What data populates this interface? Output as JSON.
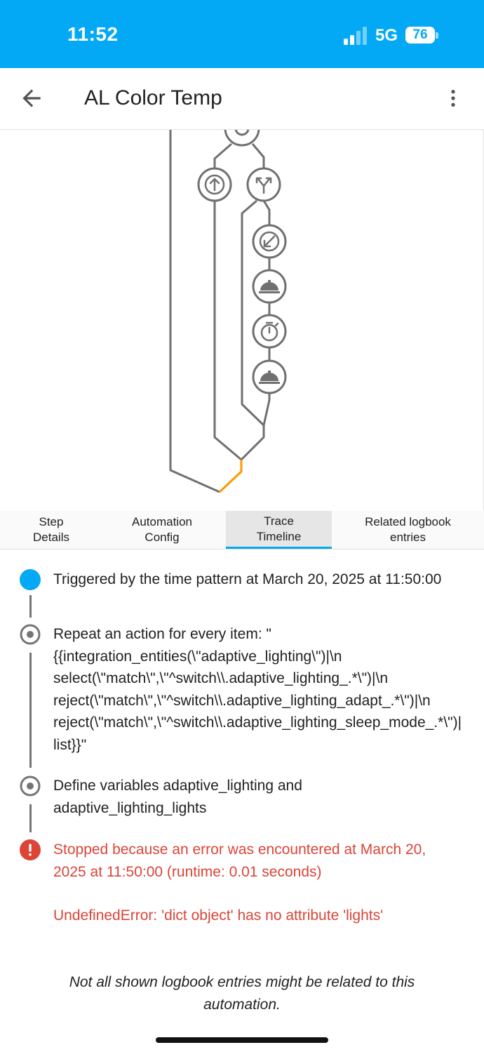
{
  "status_bar": {
    "time": "11:52",
    "network": "5G",
    "battery": "76"
  },
  "app_bar": {
    "title": "AL Color Temp",
    "back_icon": "arrow-left-icon",
    "menu_icon": "more-vert-icon"
  },
  "graph": {
    "node_icons": [
      "repeat-icon",
      "arrow-up-icon",
      "call-split-icon",
      "arrow-bottom-left-icon",
      "service-bell-icon",
      "timer-icon",
      "service-bell-icon"
    ],
    "colors": {
      "line": "#707070",
      "active_path": "#ff9800"
    }
  },
  "tabs": [
    {
      "label": "Step\nDetails",
      "active": false
    },
    {
      "label": "Automation\nConfig",
      "active": false
    },
    {
      "label": "Trace\nTimeline",
      "active": true
    },
    {
      "label": "Related logbook\nentries",
      "active": false
    }
  ],
  "timeline": {
    "entries": [
      {
        "icon": "circle-filled-icon",
        "text": "Triggered by the time pattern at March 20, 2025 at 11:50:00"
      },
      {
        "icon": "radiobox-marked-icon",
        "text": "Repeat an action for every item: \"\n{{integration_entities(\\\"adaptive_lighting\\\")|\\n\nselect(\\\"match\\\",\\\"^switch\\\\.adaptive_lighting_.*\\\")|\\n\nreject(\\\"match\\\",\\\"^switch\\\\.adaptive_lighting_adapt_.*\\\")|\\n\nreject(\\\"match\\\",\\\"^switch\\\\.adaptive_lighting_sleep_mode_.*\\\")|\nlist}}\""
      },
      {
        "icon": "radiobox-marked-icon",
        "text": "Define variables adaptive_lighting and\nadaptive_lighting_lights"
      },
      {
        "icon": "alert-circle-icon",
        "text": "Stopped because an error was encountered at March 20,\n2025 at 11:50:00 (runtime: 0.01 seconds)"
      }
    ],
    "error_detail": "UndefinedError: 'dict object' has no attribute 'lights'",
    "colors": {
      "trigger": "#03a9f4",
      "error": "#db4437"
    }
  },
  "footer_note": "Not all shown logbook entries might be related to this\nautomation."
}
